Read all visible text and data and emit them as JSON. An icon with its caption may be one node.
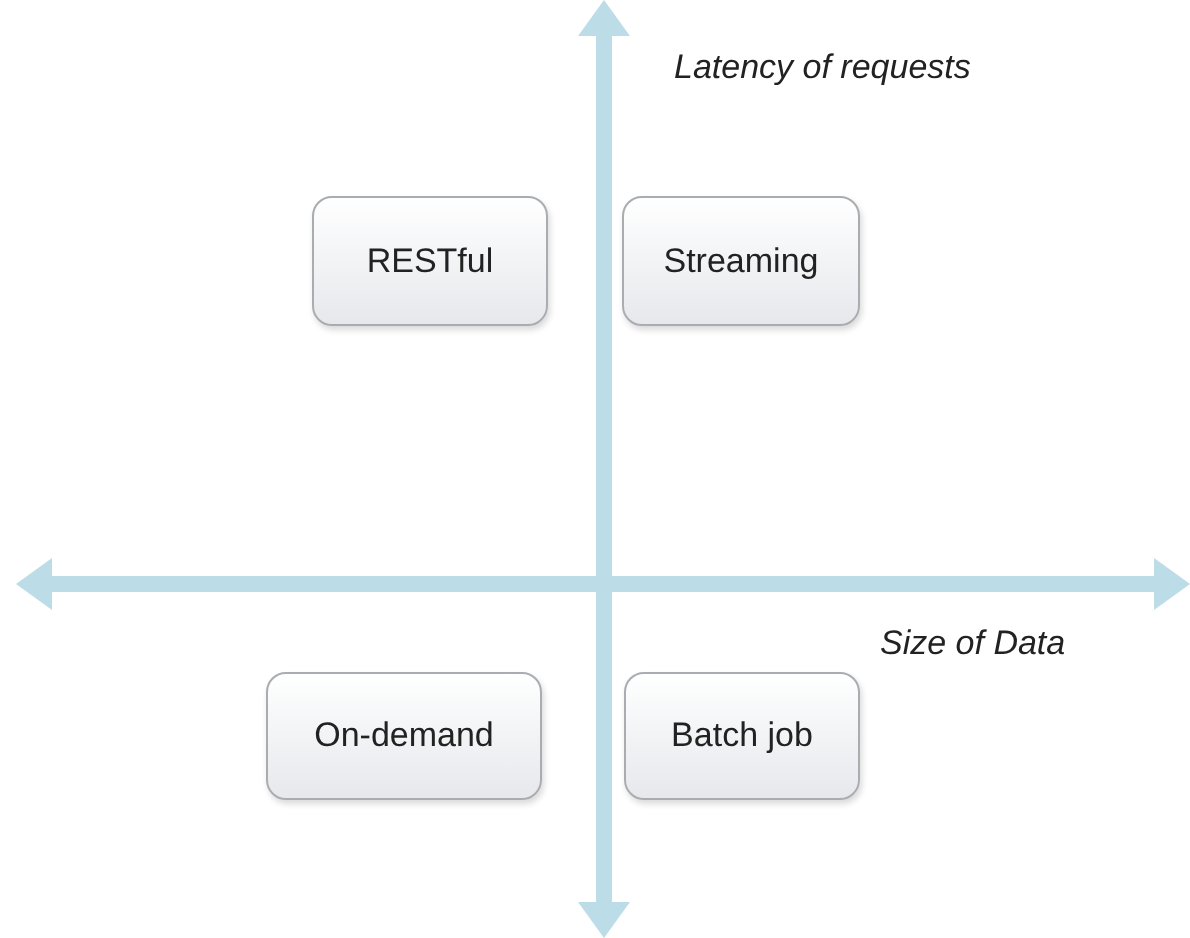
{
  "diagram": {
    "nodes": [
      {
        "text": [
          "RESTful"
        ]
      },
      {
        "text": [
          "Streaming"
        ]
      },
      {
        "text": [
          "On-demand"
        ]
      },
      {
        "text": [
          "Batch job"
        ]
      }
    ],
    "labels": [
      "Latency of requests",
      "Size of Data"
    ]
  }
}
